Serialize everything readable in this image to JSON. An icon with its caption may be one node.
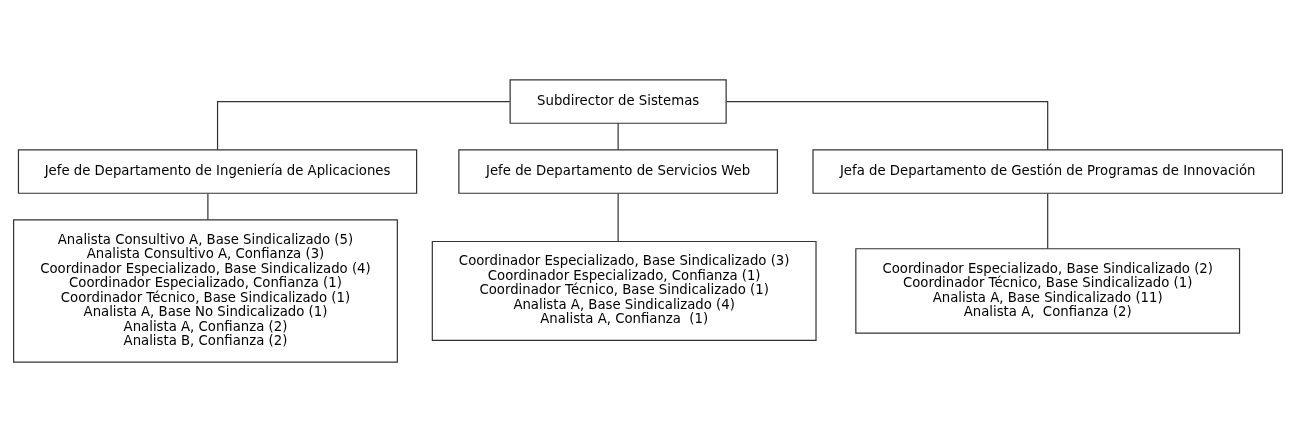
{
  "diagram": {
    "nodes": [
      {
        "text": [
          "Subdirector de Sistemas"
        ]
      },
      {
        "text": [
          "Jefe de Departamento de Ingeniería de Aplicaciones"
        ]
      },
      {
        "text": [
          "Jefe de Departamento de Servicios Web"
        ]
      },
      {
        "text": [
          "Jefa de Departamento de Gestión de Programas de Innovación"
        ]
      },
      {
        "text": [
          "Analista Consultivo A, Base Sindicalizado (5)",
          "Analista Consultivo A, Confianza (3)",
          "Coordinador Especializado, Base Sindicalizado (4)",
          "Coordinador Especializado, Confianza (1)",
          "Coordinador Técnico, Base Sindicalizado (1)",
          "Analista A, Base No Sindicalizado (1)",
          "Analista A, Confianza (2)",
          "Analista B, Confianza (2)"
        ]
      },
      {
        "text": [
          "Coordinador Especializado, Base Sindicalizado (3)",
          "Coordinador Especializado, Confianza (1)",
          "Coordinador Técnico, Base Sindicalizado (1)",
          "Analista A, Base Sindicalizado (4)",
          "Analista A, Confianza  (1)"
        ]
      },
      {
        "text": [
          "Coordinador Especializado, Base Sindicalizado (2)",
          "Coordinador Técnico, Base Sindicalizado (1)",
          "Analista A, Base Sindicalizado (11)",
          "Analista A,  Confianza (2)"
        ]
      }
    ],
    "edges": [
      {
        "from": 0,
        "to": 1,
        "arrow": "none"
      },
      {
        "from": 0,
        "to": 2,
        "arrow": "none"
      },
      {
        "from": 0,
        "to": 3,
        "arrow": "none"
      },
      {
        "from": 1,
        "to": 4,
        "arrow": "none"
      },
      {
        "from": 2,
        "to": 5,
        "arrow": "none"
      },
      {
        "from": 3,
        "to": 6,
        "arrow": "none"
      }
    ]
  }
}
